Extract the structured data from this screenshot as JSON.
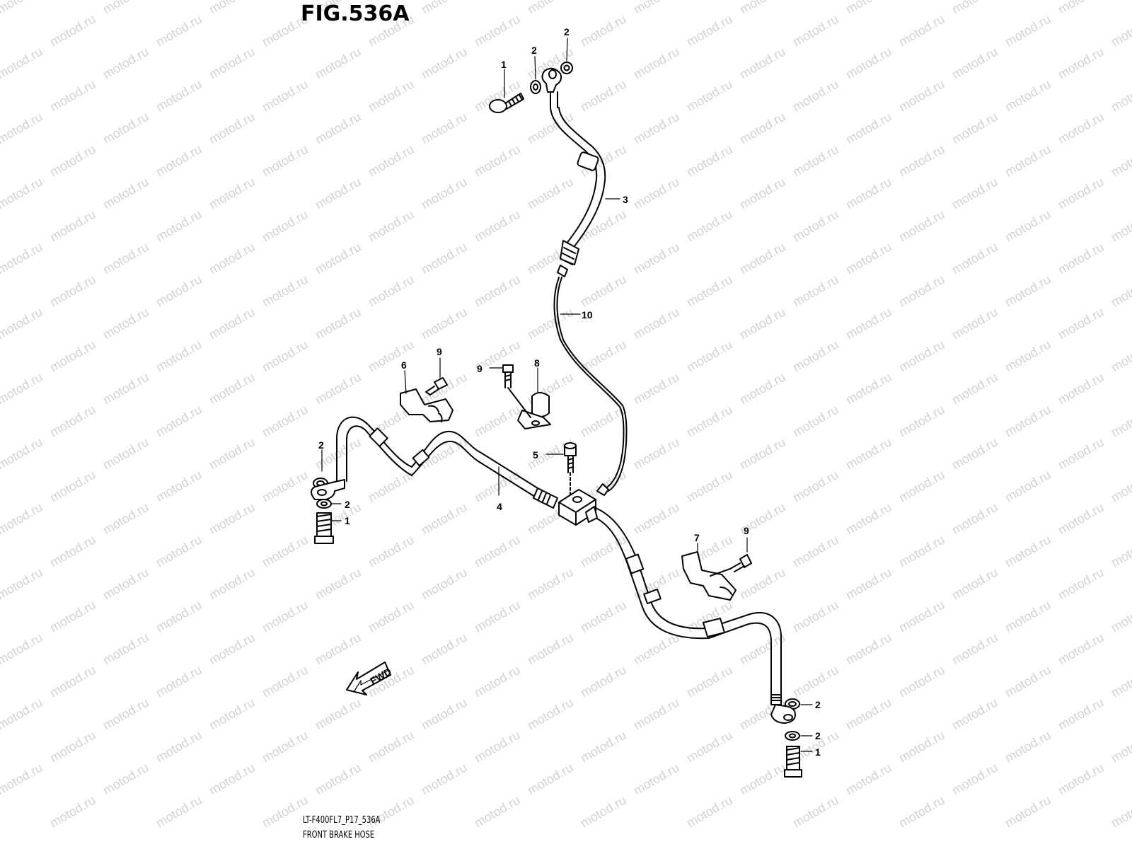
{
  "figure": {
    "title": "FIG.536A",
    "code": "LT-F400FL7_P17_536A",
    "name": "FRONT BRAKE HOSE",
    "watermark": "motod.ru",
    "direction_label": "FWD"
  },
  "callouts": [
    {
      "id": "c1a",
      "label": "1"
    },
    {
      "id": "c2a",
      "label": "2"
    },
    {
      "id": "c2b",
      "label": "2"
    },
    {
      "id": "c3",
      "label": "3"
    },
    {
      "id": "c10",
      "label": "10"
    },
    {
      "id": "c6",
      "label": "6"
    },
    {
      "id": "c9a",
      "label": "9"
    },
    {
      "id": "c9b",
      "label": "9"
    },
    {
      "id": "c8",
      "label": "8"
    },
    {
      "id": "c5",
      "label": "5"
    },
    {
      "id": "c4",
      "label": "4"
    },
    {
      "id": "c2c",
      "label": "2"
    },
    {
      "id": "c2d",
      "label": "2"
    },
    {
      "id": "c1b",
      "label": "1"
    },
    {
      "id": "c7",
      "label": "7"
    },
    {
      "id": "c9c",
      "label": "9"
    },
    {
      "id": "c2e",
      "label": "2"
    },
    {
      "id": "c2f",
      "label": "2"
    },
    {
      "id": "c1c",
      "label": "1"
    }
  ],
  "colors": {
    "line": "#000000",
    "watermark": "#d2d2d2",
    "background": "#ffffff"
  }
}
